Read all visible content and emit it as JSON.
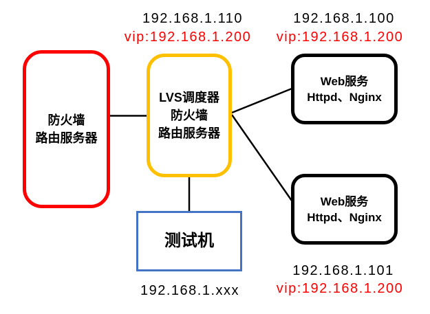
{
  "diagram": {
    "nodes": {
      "firewall": {
        "lines": [
          "防火墙",
          "路由服务器"
        ],
        "border_color": "#FF0000"
      },
      "lvs": {
        "lines": [
          "LVS调度器",
          "防火墙",
          "路由服务器"
        ],
        "border_color": "#FFC000",
        "ip": "192.168.1.110",
        "vip": "vip:192.168.1.200"
      },
      "web1": {
        "lines": [
          "Web服务",
          "Httpd、Nginx"
        ],
        "border_color": "#000000",
        "ip": "192.168.1.100",
        "vip": "vip:192.168.1.200"
      },
      "web2": {
        "lines": [
          "Web服务",
          "Httpd、Nginx"
        ],
        "border_color": "#000000",
        "ip": "192.168.1.101",
        "vip": "vip:192.168.1.200"
      },
      "test": {
        "lines": [
          "测试机"
        ],
        "border_color": "#4472C4",
        "ip": "192.168.1.xxx"
      }
    },
    "edges": [
      {
        "from": "firewall",
        "to": "lvs"
      },
      {
        "from": "lvs",
        "to": "web1"
      },
      {
        "from": "lvs",
        "to": "web2"
      },
      {
        "from": "lvs",
        "to": "test"
      }
    ],
    "colors": {
      "ip_text": "#000000",
      "vip_text": "#FF0000",
      "edge": "#000000",
      "background": "#FFFFFF"
    }
  }
}
